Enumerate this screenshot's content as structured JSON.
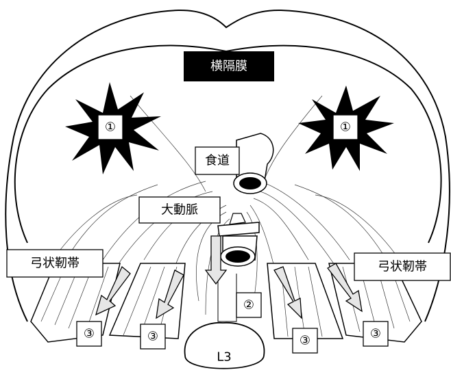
{
  "title": "横隔膜",
  "labels": {
    "crus_left": "①",
    "crus_right": "①",
    "esophagus": "食道",
    "aorta": "大動脈",
    "ligament_left": "弓状靭帯",
    "ligament_right": "弓状靭帯",
    "aortic_hiatus": "②",
    "arrow_1": "③",
    "arrow_2": "③",
    "arrow_3": "③",
    "arrow_4": "③",
    "vertebra": "L3"
  },
  "colors": {
    "title_bg": "#000000",
    "arrow_fill": "#e6e6e6"
  }
}
